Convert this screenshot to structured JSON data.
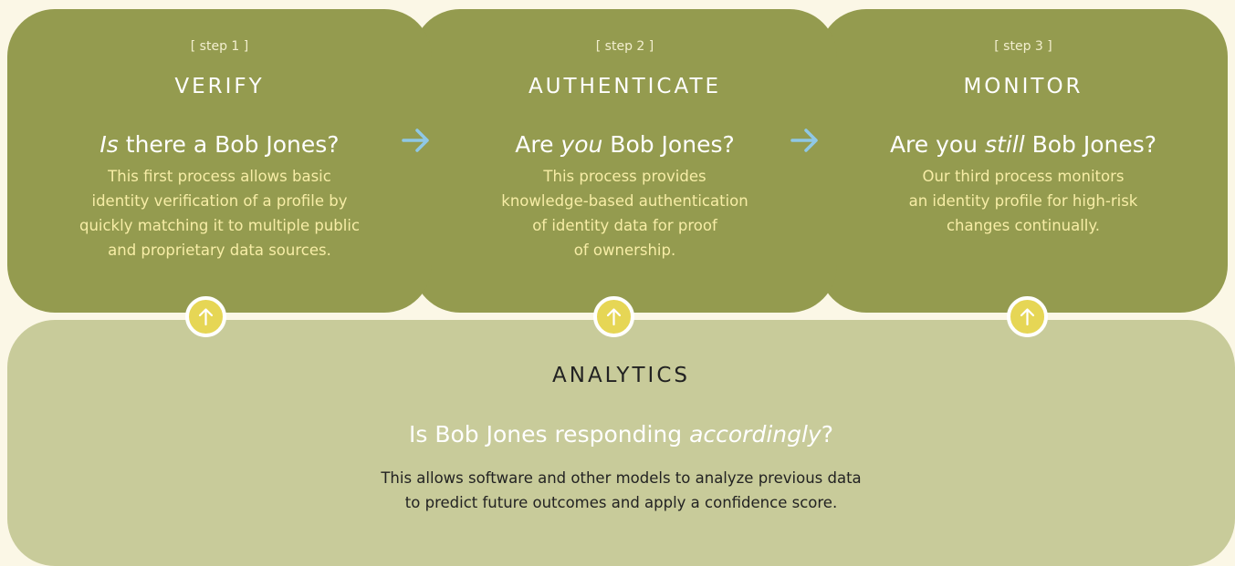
{
  "steps": [
    {
      "step_label": "[ step 1 ]",
      "name": "VERIFY",
      "question_pre": "",
      "question_em": "Is",
      "question_post": " there a Bob Jones?",
      "description": [
        "This first process allows basic",
        "identity verification of a profile by",
        "quickly matching it to multiple public",
        "and proprietary data sources."
      ]
    },
    {
      "step_label": "[ step 2 ]",
      "name": "AUTHENTICATE",
      "question_pre": "Are ",
      "question_em": "you",
      "question_post": " Bob Jones?",
      "description": [
        "This process provides",
        "knowledge-based authentication",
        "of identity data for proof",
        "of ownership."
      ]
    },
    {
      "step_label": "[ step 3 ]",
      "name": "MONITOR",
      "question_pre": "Are you ",
      "question_em": "still",
      "question_post": " Bob Jones?",
      "description": [
        "Our third process monitors",
        "an identity profile for high-risk",
        "changes continually."
      ]
    }
  ],
  "analytics": {
    "title": "ANALYTICS",
    "question_pre": "Is Bob Jones responding ",
    "question_em": "accordingly",
    "question_post": "?",
    "description": [
      "This allows software and other models to analyze previous data",
      "to predict future outcomes and apply a confidence score."
    ]
  },
  "icons": {
    "step_arrow": "arrow-right-icon",
    "connector": "arrow-up-circle-icon"
  },
  "colors": {
    "background": "#fbf7e6",
    "step_panel": "#949b4f",
    "analytics_panel": "#c8cb9a",
    "step_arrow": "#8fc8e6",
    "connector_fill": "#e6d655",
    "description_text": "#f7eda6"
  }
}
